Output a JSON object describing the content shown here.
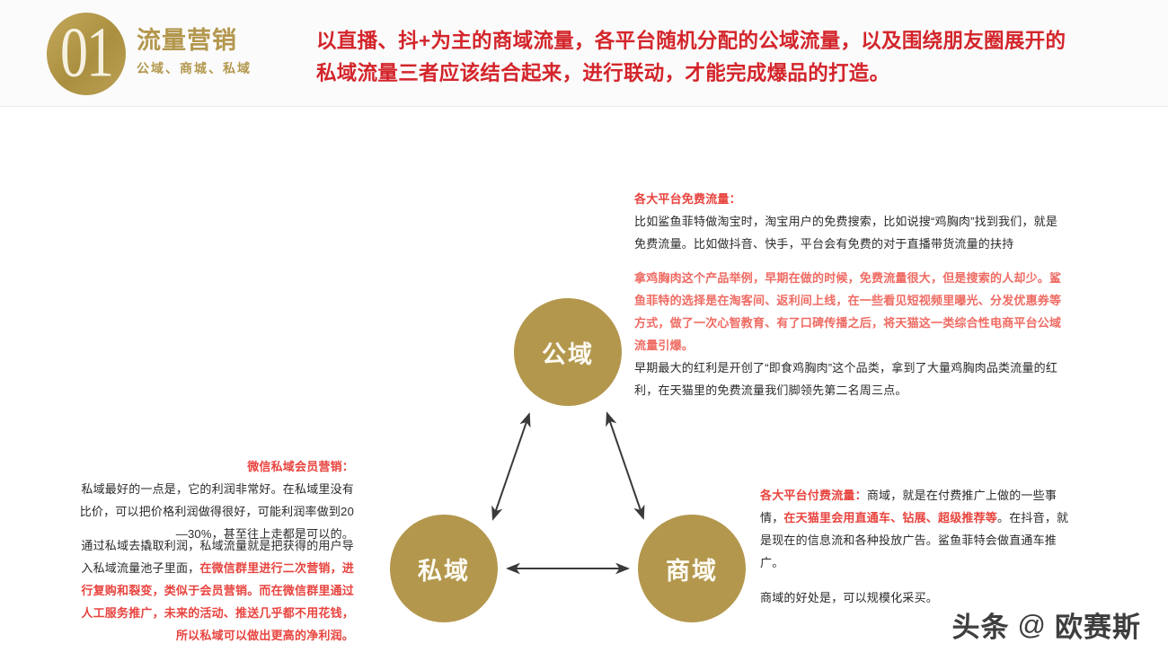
{
  "header": {
    "badge_number": "01",
    "title": "流量营销",
    "subtitle": "公域、商城、私域",
    "statement": "以直播、抖+为主的商域流量，各平台随机分配的公域流量，以及围绕朋友圈展开的私域流量三者应该结合起来，进行联动，才能完成爆品的打造。",
    "accent_color": "#b3974d",
    "statement_color": "#d3252b"
  },
  "diagram": {
    "nodes": [
      {
        "id": "public",
        "label": "公域"
      },
      {
        "id": "private",
        "label": "私域"
      },
      {
        "id": "business",
        "label": "商域"
      }
    ],
    "node_color": "#b3974d",
    "connector_color": "#3a3a3a",
    "connections": [
      {
        "from": "private",
        "to": "public",
        "style": "double-arrow"
      },
      {
        "from": "public",
        "to": "business",
        "style": "double-arrow"
      },
      {
        "from": "private",
        "to": "business",
        "style": "double-arrow"
      }
    ]
  },
  "annotations": {
    "free_traffic": {
      "heading": "各大平台免费流量：",
      "body": "比如鲨鱼菲特做淘宝时，淘宝用户的免费搜索，比如说搜“鸡胸肉”找到我们，就是免费流量。比如做抖音、快手，平台会有免费的对于直播带货流量的扶持"
    },
    "red_note": {
      "body": "拿鸡胸肉这个产品举例，早期在做的时候，免费流量很大，但是搜索的人却少。鲨鱼菲特的选择是在淘客间、返利间上线，在一些看见短视频里曝光、分发优惠券等方式，做了一次心智教育、有了口碑传播之后，将天猫这一类综合性电商平台公域流量引爆。"
    },
    "dividend": {
      "body": "早期最大的红利是开创了“即食鸡胸肉”这个品类，拿到了大量鸡胸肉品类流量的红利，在天猫里的免费流量我们脚领先第二名周三点。"
    },
    "paid_traffic": {
      "heading": "各大平台付费流量：",
      "body_1": "商域，就是在付费推广上做的一些事情，",
      "body_red": "在天猫里会用直通车、钻展、超级推荐等",
      "body_2": "。在抖音，就是现在的信息流和各种投放广告。鲨鱼菲特会做直通车推广。",
      "body_3": "商域的好处是，可以规模化采买。"
    },
    "private_domain": {
      "heading": "微信私域会员营销：",
      "body_1": "私域最好的一点是，它的利润非常好。在私域里没有比价，可以把价格利润做得很好，可能利润率做到20—30%，甚至往上走都是可以的。",
      "body_2_black": "通过私域去撬取利润，私域流量就是把获得的用户导入私域流量池子里面，",
      "body_2_red": "在微信群里进行二次营销，进行复购和裂变，类似于会员营销。而在微信群里通过人工服务推广，未来的活动、推送几乎都不用花钱，所以私域可以做出更高的净利润。"
    }
  },
  "watermark": {
    "platform": "头条",
    "at_symbol": "@",
    "account": "欧赛斯"
  }
}
